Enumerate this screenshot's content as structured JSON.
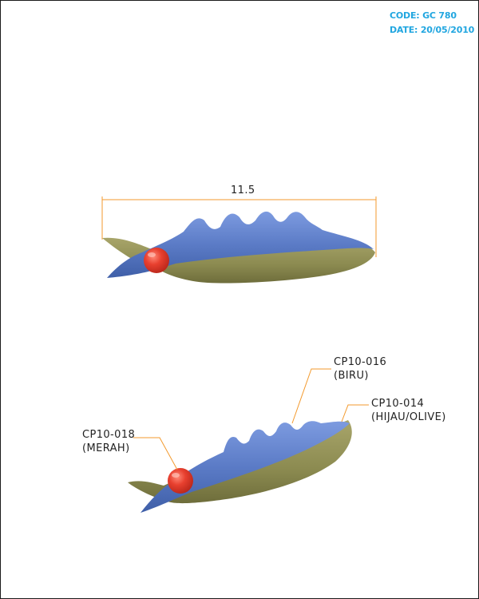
{
  "header": {
    "code": "CODE: GC 780",
    "date": "DATE: 20/05/2010"
  },
  "dimension": {
    "length": "11.5"
  },
  "callouts": {
    "red": {
      "code": "CP10-018",
      "name": "(MERAH)",
      "color": "#e0392b"
    },
    "blue": {
      "code": "CP10-016",
      "name": "(BIRU)",
      "color": "#5d7fc4"
    },
    "olive": {
      "code": "CP10-014",
      "name": "(HIJAU/OLIVE)",
      "color": "#8c8a52"
    }
  },
  "colors": {
    "header_text": "#21a6e0",
    "leader_line": "#f39a2e",
    "frame": "#1a1a1a"
  }
}
